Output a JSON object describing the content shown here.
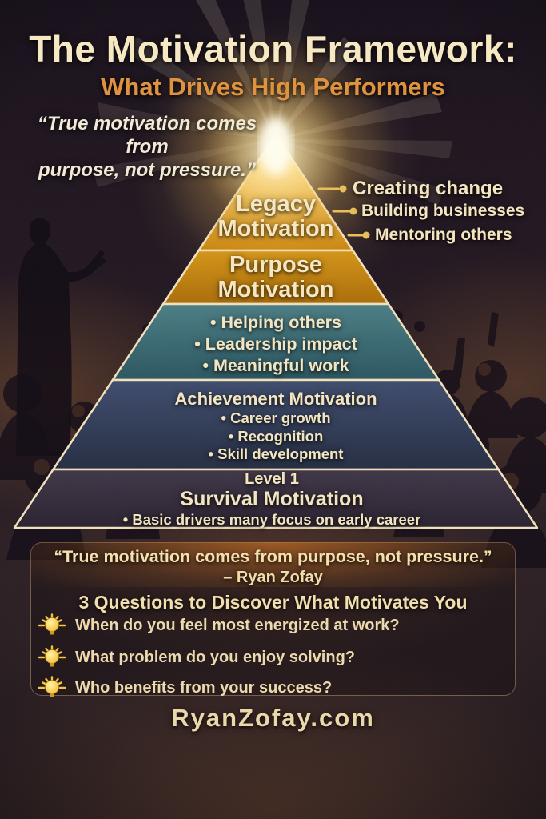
{
  "poster": {
    "title": "The Motivation Framework:",
    "subtitle": "What Drives High Performers",
    "top_quote": {
      "line1": "“True motivation comes from",
      "line2": "purpose, not pressure.”"
    },
    "footer_url": "RyanZofay.com"
  },
  "pyramid": {
    "tiers": [
      {
        "label_line1": "Legacy",
        "label_line2": "Motivation",
        "color_top": "#ffe894",
        "color_bottom": "#c8820e"
      },
      {
        "label_line1": "Purpose",
        "label_line2": "Motivation",
        "color_top": "#d29318",
        "color_bottom": "#a86b0c"
      },
      {
        "bullets": [
          "• Helping others",
          "• Leadership impact",
          "• Meaningful work"
        ],
        "color_top": "#4a7c83",
        "color_bottom": "#2a545f"
      },
      {
        "heading": "Achievement Motivation",
        "bullets": [
          "• Career growth",
          "• Recognition",
          "• Skill development"
        ],
        "color_top": "#3d4b6c",
        "color_bottom": "#252d42"
      },
      {
        "level": "Level 1",
        "heading": "Survival Motivation",
        "bullets": [
          "• Basic drivers many focus on early career"
        ],
        "color_top": "#3e3647",
        "color_bottom": "#292230"
      }
    ],
    "callouts": [
      {
        "label": "Creating change"
      },
      {
        "label": "Building businesses"
      },
      {
        "label": "Mentoring others"
      }
    ]
  },
  "quote_box": {
    "quote": "“True motivation comes from purpose, not pressure.”",
    "attribution": "– Ryan Zofay",
    "questions_title": "3 Questions to Discover What Motivates You",
    "questions": [
      {
        "text": "When do you feel most energized at work?"
      },
      {
        "text": "What problem do you enjoy solving?"
      },
      {
        "text": "Who benefits from your success?"
      }
    ]
  },
  "colors": {
    "title_cream": "#f6e8c3",
    "subtitle_orange": "#e0933e",
    "body_text_cream": "#f2e3bd",
    "callout_gold": "#e7bd55",
    "tier_border": "#efe0bc",
    "background_dark": "#211822"
  }
}
